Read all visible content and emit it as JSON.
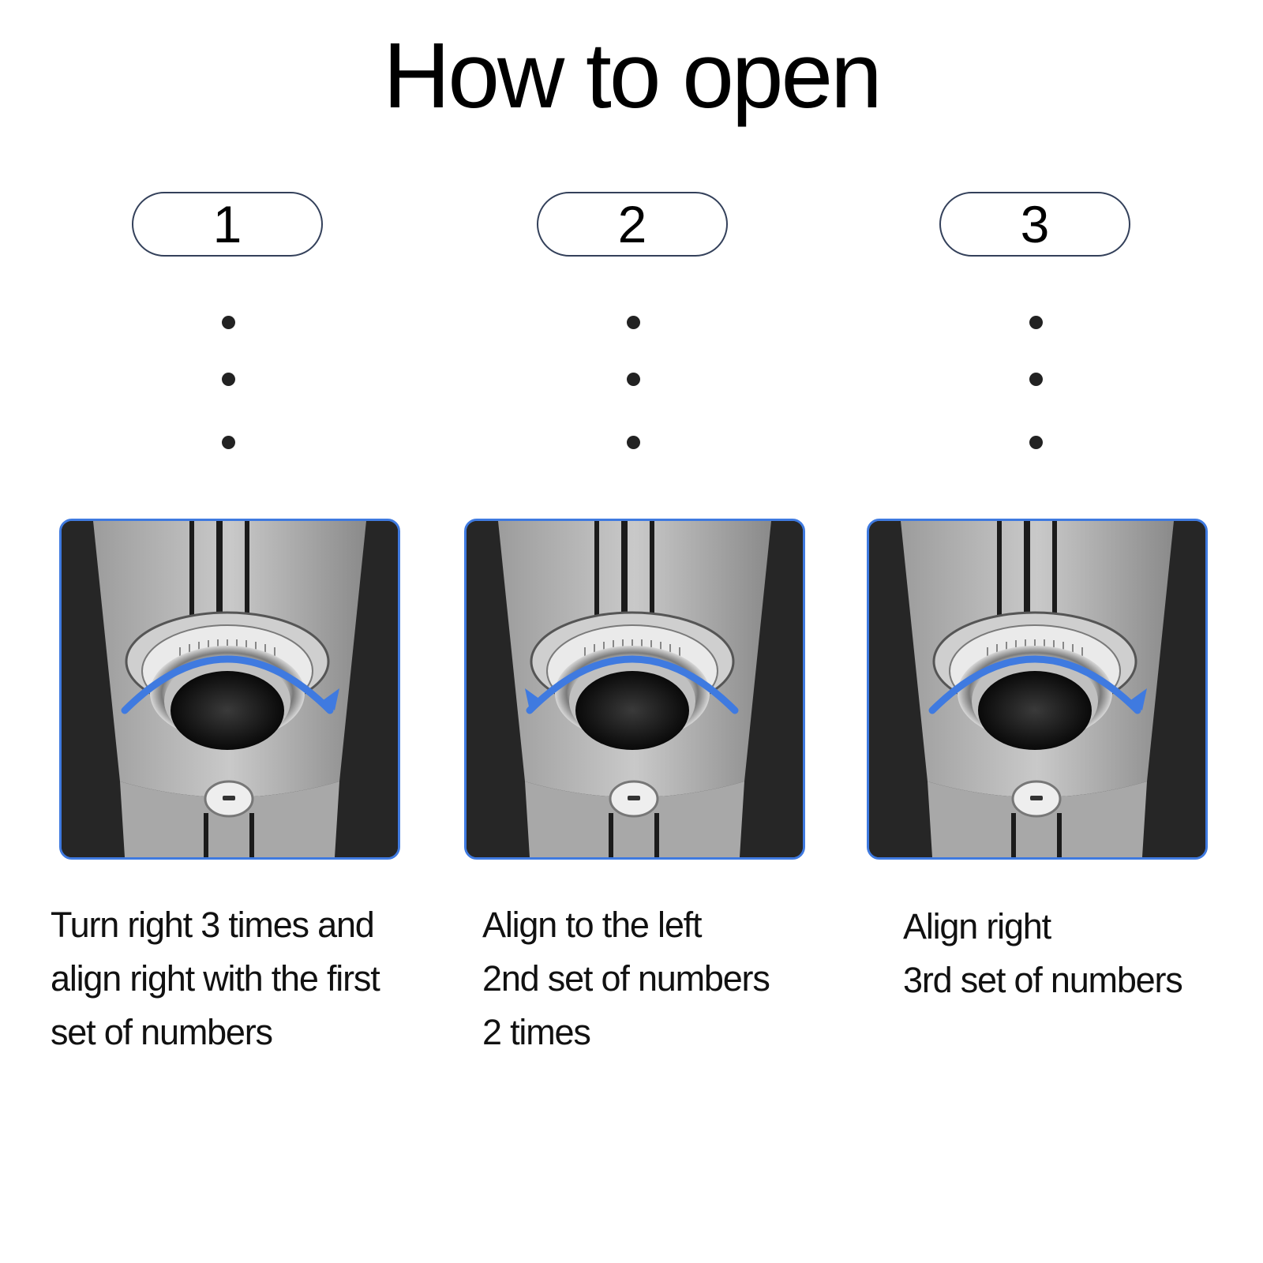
{
  "title": "How to open",
  "steps": [
    {
      "number": "1",
      "lines": [
        "Turn right 3 times and",
        "align right with the first",
        "set of numbers"
      ],
      "arrow": "clockwise"
    },
    {
      "number": "2",
      "lines": [
        "Align to the left",
        "2nd set of numbers",
        "2 times"
      ],
      "arrow": "counterclockwise"
    },
    {
      "number": "3",
      "lines": [
        "Align right",
        "3rd set of numbers"
      ],
      "arrow": "clockwise"
    }
  ],
  "colors": {
    "accent": "#3f7ae0",
    "pill_border": "#33405a",
    "text": "#111111"
  },
  "icons": [
    "combination-dial-icon",
    "rotation-arrow-icon",
    "keyhole-icon"
  ]
}
